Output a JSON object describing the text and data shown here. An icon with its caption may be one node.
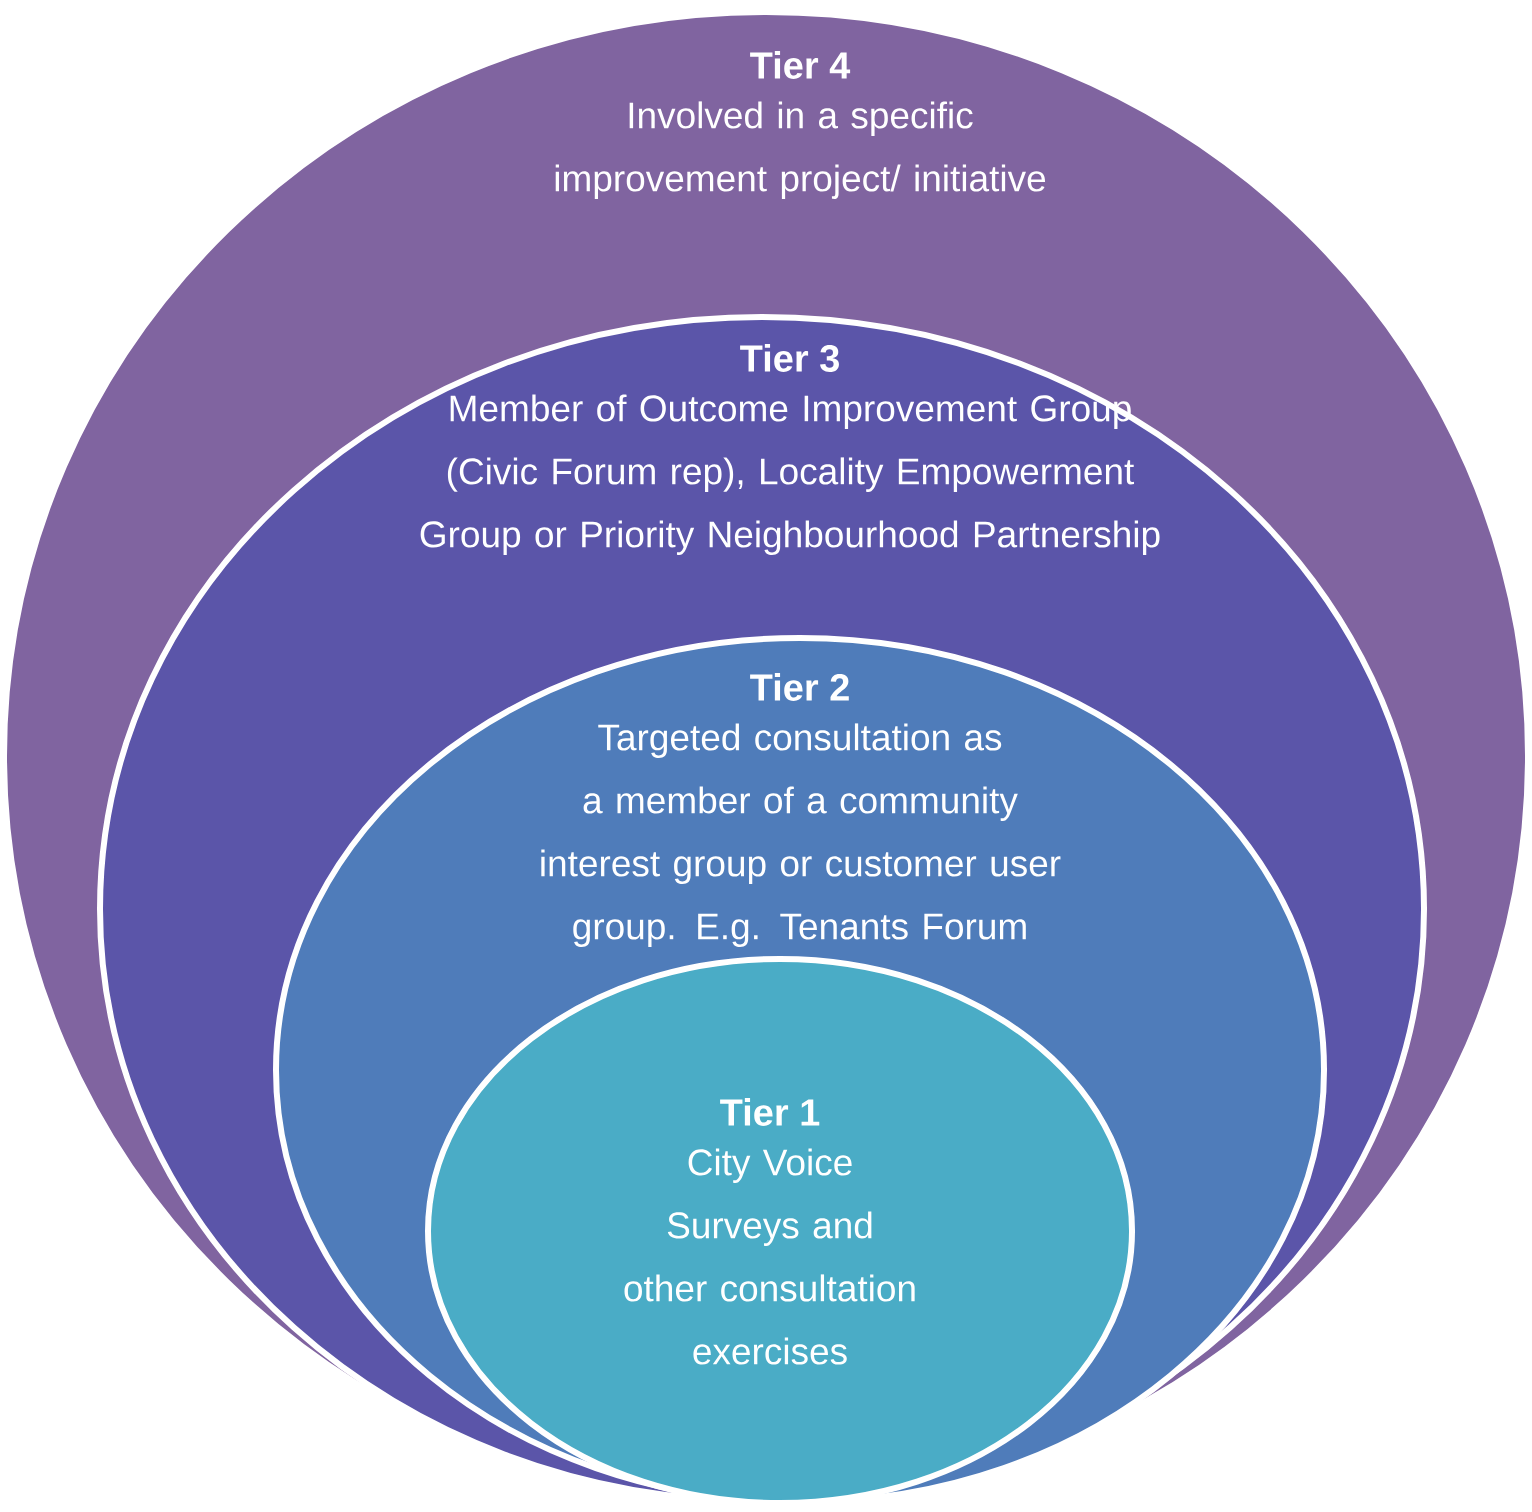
{
  "diagram": {
    "nodes": [
      {
        "text": [
          "Tier 4",
          "Involved in a specific improvement project/ initiative"
        ]
      },
      {
        "text": [
          "Tier 3",
          "Member of Outcome Improvement Group (Civic Forum rep), Locality Empowerment Group or Priority Neighbourhood Partnership"
        ],
        "in": 0
      },
      {
        "text": [
          "Tier 2",
          "Targeted consultation as a member of a community interest group or customer user group. E.g. Tenants Forum"
        ],
        "in": 1
      },
      {
        "text": [
          "Tier 1",
          "City Voice Surveys and other consultation exercises"
        ],
        "in": 2
      }
    ]
  }
}
